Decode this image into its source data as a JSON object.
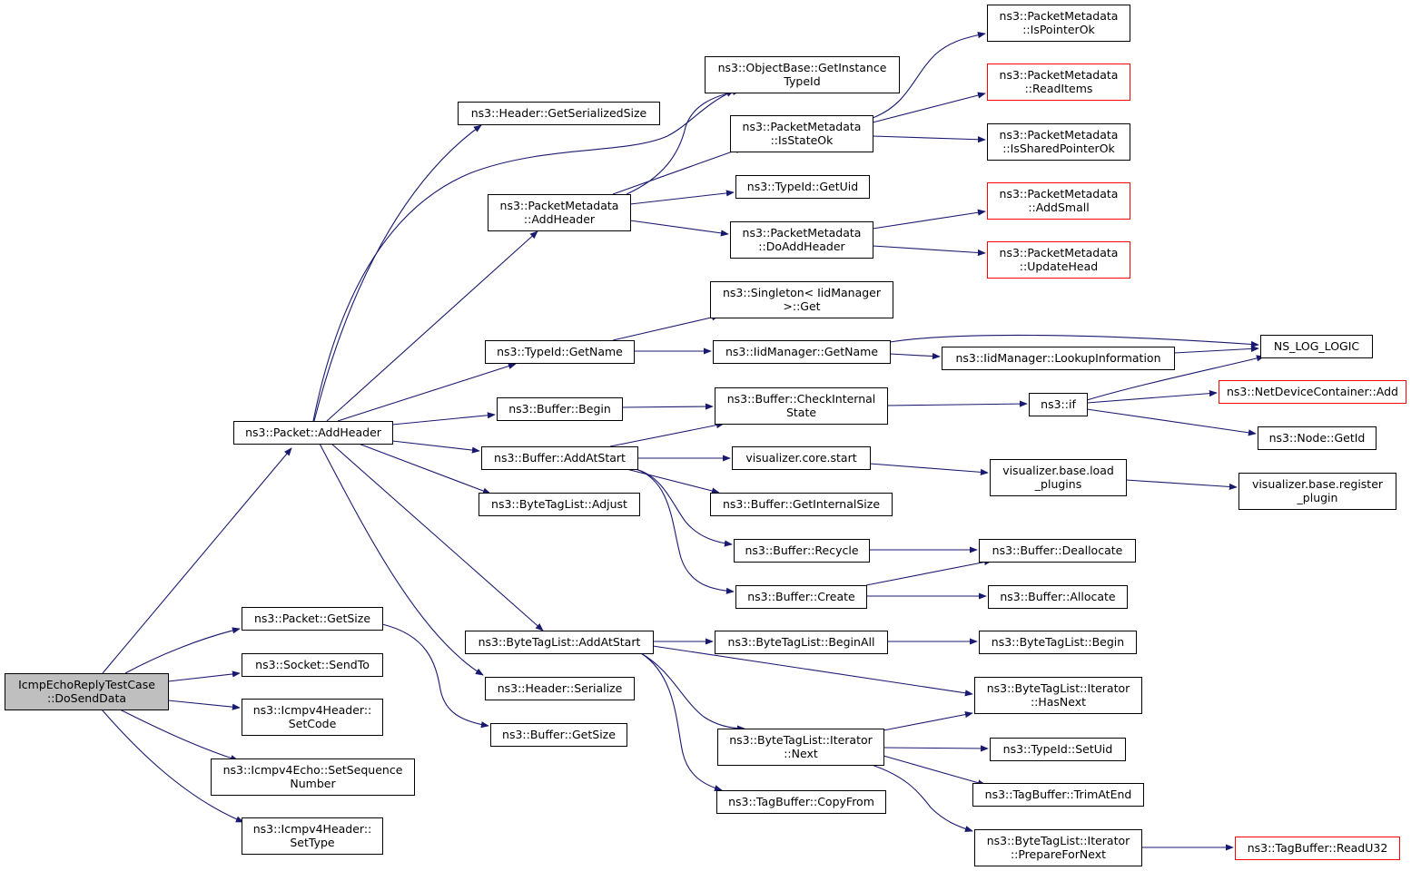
{
  "diagram": {
    "type": "call-graph",
    "colors": {
      "edge": "#191970",
      "root_fill": "#bfbfbf",
      "border": "#000000",
      "truncated_border": "#ff0000"
    },
    "nodes": [
      {
        "id": "root",
        "lines": [
          "IcmpEchoReplyTestCase",
          "::DoSendData"
        ],
        "style": "root"
      },
      {
        "id": "addheader",
        "lines": [
          "ns3::Packet::AddHeader"
        ]
      },
      {
        "id": "getsize",
        "lines": [
          "ns3::Packet::GetSize"
        ]
      },
      {
        "id": "sendto",
        "lines": [
          "ns3::Socket::SendTo"
        ]
      },
      {
        "id": "setcode",
        "lines": [
          "ns3::Icmpv4Header::",
          "SetCode"
        ]
      },
      {
        "id": "setseq",
        "lines": [
          "ns3::Icmpv4Echo::SetSequence",
          "Number"
        ]
      },
      {
        "id": "settype",
        "lines": [
          "ns3::Icmpv4Header::",
          "SetType"
        ]
      },
      {
        "id": "hdr_getser",
        "lines": [
          "ns3::Header::GetSerializedSize"
        ]
      },
      {
        "id": "pm_addheader",
        "lines": [
          "ns3::PacketMetadata",
          "::AddHeader"
        ]
      },
      {
        "id": "tid_getname",
        "lines": [
          "ns3::TypeId::GetName"
        ]
      },
      {
        "id": "buf_begin",
        "lines": [
          "ns3::Buffer::Begin"
        ]
      },
      {
        "id": "buf_addatstart",
        "lines": [
          "ns3::Buffer::AddAtStart"
        ]
      },
      {
        "id": "btl_adjust",
        "lines": [
          "ns3::ByteTagList::Adjust"
        ]
      },
      {
        "id": "btl_addatstart",
        "lines": [
          "ns3::ByteTagList::AddAtStart"
        ]
      },
      {
        "id": "hdr_serialize",
        "lines": [
          "ns3::Header::Serialize"
        ]
      },
      {
        "id": "buf_getsize",
        "lines": [
          "ns3::Buffer::GetSize"
        ]
      },
      {
        "id": "ob_getinst",
        "lines": [
          "ns3::ObjectBase::GetInstance",
          "TypeId"
        ]
      },
      {
        "id": "pm_isstateok",
        "lines": [
          "ns3::PacketMetadata",
          "::IsStateOk"
        ]
      },
      {
        "id": "tid_getuid",
        "lines": [
          "ns3::TypeId::GetUid"
        ]
      },
      {
        "id": "pm_doaddheader",
        "lines": [
          "ns3::PacketMetadata",
          "::DoAddHeader"
        ]
      },
      {
        "id": "singleton_get",
        "lines": [
          "ns3::Singleton< IidManager",
          ">::Get"
        ]
      },
      {
        "id": "iid_getname",
        "lines": [
          "ns3::IidManager::GetName"
        ]
      },
      {
        "id": "buf_checkinternal",
        "lines": [
          "ns3::Buffer::CheckInternal",
          "State"
        ]
      },
      {
        "id": "viz_core_start",
        "lines": [
          "visualizer.core.start"
        ]
      },
      {
        "id": "buf_getinternal",
        "lines": [
          "ns3::Buffer::GetInternalSize"
        ]
      },
      {
        "id": "buf_recycle",
        "lines": [
          "ns3::Buffer::Recycle"
        ]
      },
      {
        "id": "buf_create",
        "lines": [
          "ns3::Buffer::Create"
        ]
      },
      {
        "id": "btl_beginall",
        "lines": [
          "ns3::ByteTagList::BeginAll"
        ]
      },
      {
        "id": "btl_it_next",
        "lines": [
          "ns3::ByteTagList::Iterator",
          "::Next"
        ]
      },
      {
        "id": "tb_copyfrom",
        "lines": [
          "ns3::TagBuffer::CopyFrom"
        ]
      },
      {
        "id": "pm_ispointerok",
        "lines": [
          "ns3::PacketMetadata",
          "::IsPointerOk"
        ]
      },
      {
        "id": "pm_readitems",
        "lines": [
          "ns3::PacketMetadata",
          "::ReadItems"
        ],
        "style": "red"
      },
      {
        "id": "pm_issharedok",
        "lines": [
          "ns3::PacketMetadata",
          "::IsSharedPointerOk"
        ]
      },
      {
        "id": "pm_addsmall",
        "lines": [
          "ns3::PacketMetadata",
          "::AddSmall"
        ],
        "style": "red"
      },
      {
        "id": "pm_updatehead",
        "lines": [
          "ns3::PacketMetadata",
          "::UpdateHead"
        ],
        "style": "red"
      },
      {
        "id": "iid_lookup",
        "lines": [
          "ns3::IidManager::LookupInformation"
        ]
      },
      {
        "id": "ns3_if",
        "lines": [
          "ns3::if"
        ]
      },
      {
        "id": "viz_base_load",
        "lines": [
          "visualizer.base.load",
          "_plugins"
        ]
      },
      {
        "id": "buf_dealloc",
        "lines": [
          "ns3::Buffer::Deallocate"
        ]
      },
      {
        "id": "buf_alloc",
        "lines": [
          "ns3::Buffer::Allocate"
        ]
      },
      {
        "id": "btl_begin",
        "lines": [
          "ns3::ByteTagList::Begin"
        ]
      },
      {
        "id": "btl_it_hasnext",
        "lines": [
          "ns3::ByteTagList::Iterator",
          "::HasNext"
        ]
      },
      {
        "id": "tid_setuid",
        "lines": [
          "ns3::TypeId::SetUid"
        ]
      },
      {
        "id": "tb_trimatend",
        "lines": [
          "ns3::TagBuffer::TrimAtEnd"
        ]
      },
      {
        "id": "btl_it_prepare",
        "lines": [
          "ns3::ByteTagList::Iterator",
          "::PrepareForNext"
        ]
      },
      {
        "id": "ns_log_logic",
        "lines": [
          "NS_LOG_LOGIC"
        ]
      },
      {
        "id": "ndc_add",
        "lines": [
          "ns3::NetDeviceContainer::Add"
        ],
        "style": "red"
      },
      {
        "id": "node_getid",
        "lines": [
          "ns3::Node::GetId"
        ]
      },
      {
        "id": "viz_base_register",
        "lines": [
          "visualizer.base.register",
          "_plugin"
        ]
      },
      {
        "id": "tb_readu32",
        "lines": [
          "ns3::TagBuffer::ReadU32"
        ],
        "style": "red"
      }
    ],
    "edges": [
      [
        "root",
        "addheader"
      ],
      [
        "root",
        "getsize"
      ],
      [
        "root",
        "sendto"
      ],
      [
        "root",
        "setcode"
      ],
      [
        "root",
        "setseq"
      ],
      [
        "root",
        "settype"
      ],
      [
        "addheader",
        "hdr_getser"
      ],
      [
        "addheader",
        "ob_getinst"
      ],
      [
        "addheader",
        "pm_addheader"
      ],
      [
        "addheader",
        "tid_getname"
      ],
      [
        "addheader",
        "buf_begin"
      ],
      [
        "addheader",
        "buf_addatstart"
      ],
      [
        "addheader",
        "btl_adjust"
      ],
      [
        "addheader",
        "btl_addatstart"
      ],
      [
        "addheader",
        "hdr_serialize"
      ],
      [
        "getsize",
        "buf_getsize"
      ],
      [
        "pm_addheader",
        "ob_getinst"
      ],
      [
        "pm_addheader",
        "pm_isstateok"
      ],
      [
        "pm_addheader",
        "tid_getuid"
      ],
      [
        "pm_addheader",
        "pm_doaddheader"
      ],
      [
        "pm_isstateok",
        "pm_ispointerok"
      ],
      [
        "pm_isstateok",
        "pm_readitems"
      ],
      [
        "pm_isstateok",
        "pm_issharedok"
      ],
      [
        "pm_doaddheader",
        "pm_addsmall"
      ],
      [
        "pm_doaddheader",
        "pm_updatehead"
      ],
      [
        "tid_getname",
        "singleton_get"
      ],
      [
        "tid_getname",
        "iid_getname"
      ],
      [
        "iid_getname",
        "ns_log_logic"
      ],
      [
        "iid_getname",
        "iid_lookup"
      ],
      [
        "iid_lookup",
        "ns_log_logic"
      ],
      [
        "buf_begin",
        "buf_checkinternal"
      ],
      [
        "buf_checkinternal",
        "ns3_if"
      ],
      [
        "ns3_if",
        "ns_log_logic"
      ],
      [
        "ns3_if",
        "ndc_add"
      ],
      [
        "ns3_if",
        "node_getid"
      ],
      [
        "buf_addatstart",
        "buf_checkinternal"
      ],
      [
        "buf_addatstart",
        "viz_core_start"
      ],
      [
        "buf_addatstart",
        "buf_getinternal"
      ],
      [
        "buf_addatstart",
        "buf_recycle"
      ],
      [
        "buf_addatstart",
        "buf_create"
      ],
      [
        "viz_core_start",
        "viz_base_load"
      ],
      [
        "viz_base_load",
        "viz_base_register"
      ],
      [
        "buf_recycle",
        "buf_dealloc"
      ],
      [
        "buf_create",
        "buf_dealloc"
      ],
      [
        "buf_create",
        "buf_alloc"
      ],
      [
        "btl_addatstart",
        "btl_beginall"
      ],
      [
        "btl_addatstart",
        "btl_it_hasnext"
      ],
      [
        "btl_addatstart",
        "btl_it_next"
      ],
      [
        "btl_addatstart",
        "tb_copyfrom"
      ],
      [
        "btl_beginall",
        "btl_begin"
      ],
      [
        "btl_it_next",
        "btl_it_hasnext"
      ],
      [
        "btl_it_next",
        "tid_setuid"
      ],
      [
        "btl_it_next",
        "tb_trimatend"
      ],
      [
        "btl_it_next",
        "btl_it_prepare"
      ],
      [
        "btl_it_prepare",
        "tb_readu32"
      ]
    ]
  }
}
